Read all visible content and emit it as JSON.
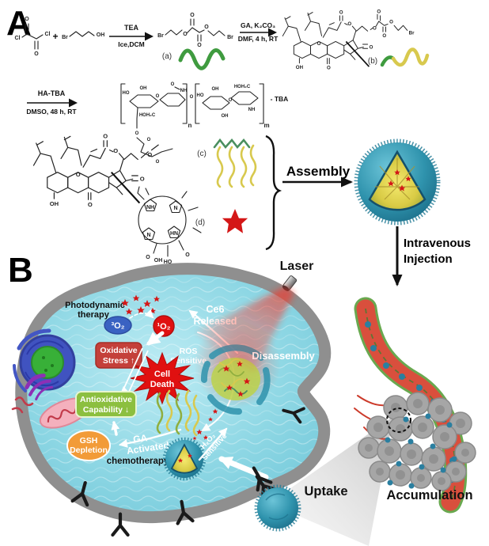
{
  "figure": {
    "panel_a_label": "A",
    "panel_b_label": "B"
  },
  "panel_a": {
    "plus": "+",
    "step1_top": "TEA",
    "step1_bottom": "Ice,DCM",
    "step2_top": "GA, K₂CO₃",
    "step2_bottom": "DMF, 4 h, RT",
    "step3_top": "HA-TBA",
    "step3_bottom": "DMSO, 48 h, RT",
    "tag_a": "(a)",
    "tag_b": "(b)",
    "tag_c": "(c)",
    "tag_d": "(d)",
    "tba_label": "- TBA",
    "sub_n": "n",
    "sub_m": "m",
    "assembly_label": "Assembly",
    "injection_line1": "Intravenous",
    "injection_line2": "Injection",
    "atoms": {
      "cl": "Cl",
      "o": "O",
      "br": "Br",
      "oh": "OH",
      "ho": "HO",
      "nh": "NH",
      "hn": "HN",
      "n": "N",
      "hoh2c": "HOH₂C"
    }
  },
  "panel_b": {
    "laser_label": "Laser",
    "ce6_released_line1": "Ce6",
    "ce6_released_line2": "Released",
    "disassembly_label": "Disassembly",
    "photodynamic_line1": "Photodynamic",
    "photodynamic_line2": "therapy",
    "triplet_oxygen": "³O₂",
    "singlet_oxygen": "¹O₂",
    "oxidative_line1": "Oxidative",
    "oxidative_line2": "Stress ↑",
    "cell_death_line1": "Cell",
    "cell_death_line2": "Death",
    "ros_line1": "ROS",
    "ros_line2": "Sensitive",
    "antioxidative_line1": "Antioxidative",
    "antioxidative_line2": "Capability ↓",
    "gsh_line1": "GSH",
    "gsh_line2": "Depletion",
    "ga_line1": "GA",
    "ga_line2": "Activated",
    "chemotherapy_label": "chemotherapy",
    "h2o2_line1": "H₂O₂",
    "h2o2_line2": "Sensitive",
    "uptake_label": "Uptake",
    "accumulation_label": "Accumulation"
  },
  "colors": {
    "chain_green": "#3f9b3f",
    "chain_yellow": "#d8c94e",
    "star_red": "#d41717",
    "nanoparticle_teal": "#2f93ad",
    "membrane_gray": "#8f8f8f",
    "cytoplasm_blue": "#8ed7e4",
    "oxidative_red": "#c4403a",
    "antioxidative_green": "#8cbf3f",
    "gsh_orange": "#f29b38",
    "cell_death_red": "#e01010",
    "triplet_blue": "#3a62c2",
    "vessel_red": "#d94f3d",
    "vessel_green": "#69a84f",
    "tumor_gray": "#a6a6a6",
    "laser_red": "#ee2211"
  }
}
